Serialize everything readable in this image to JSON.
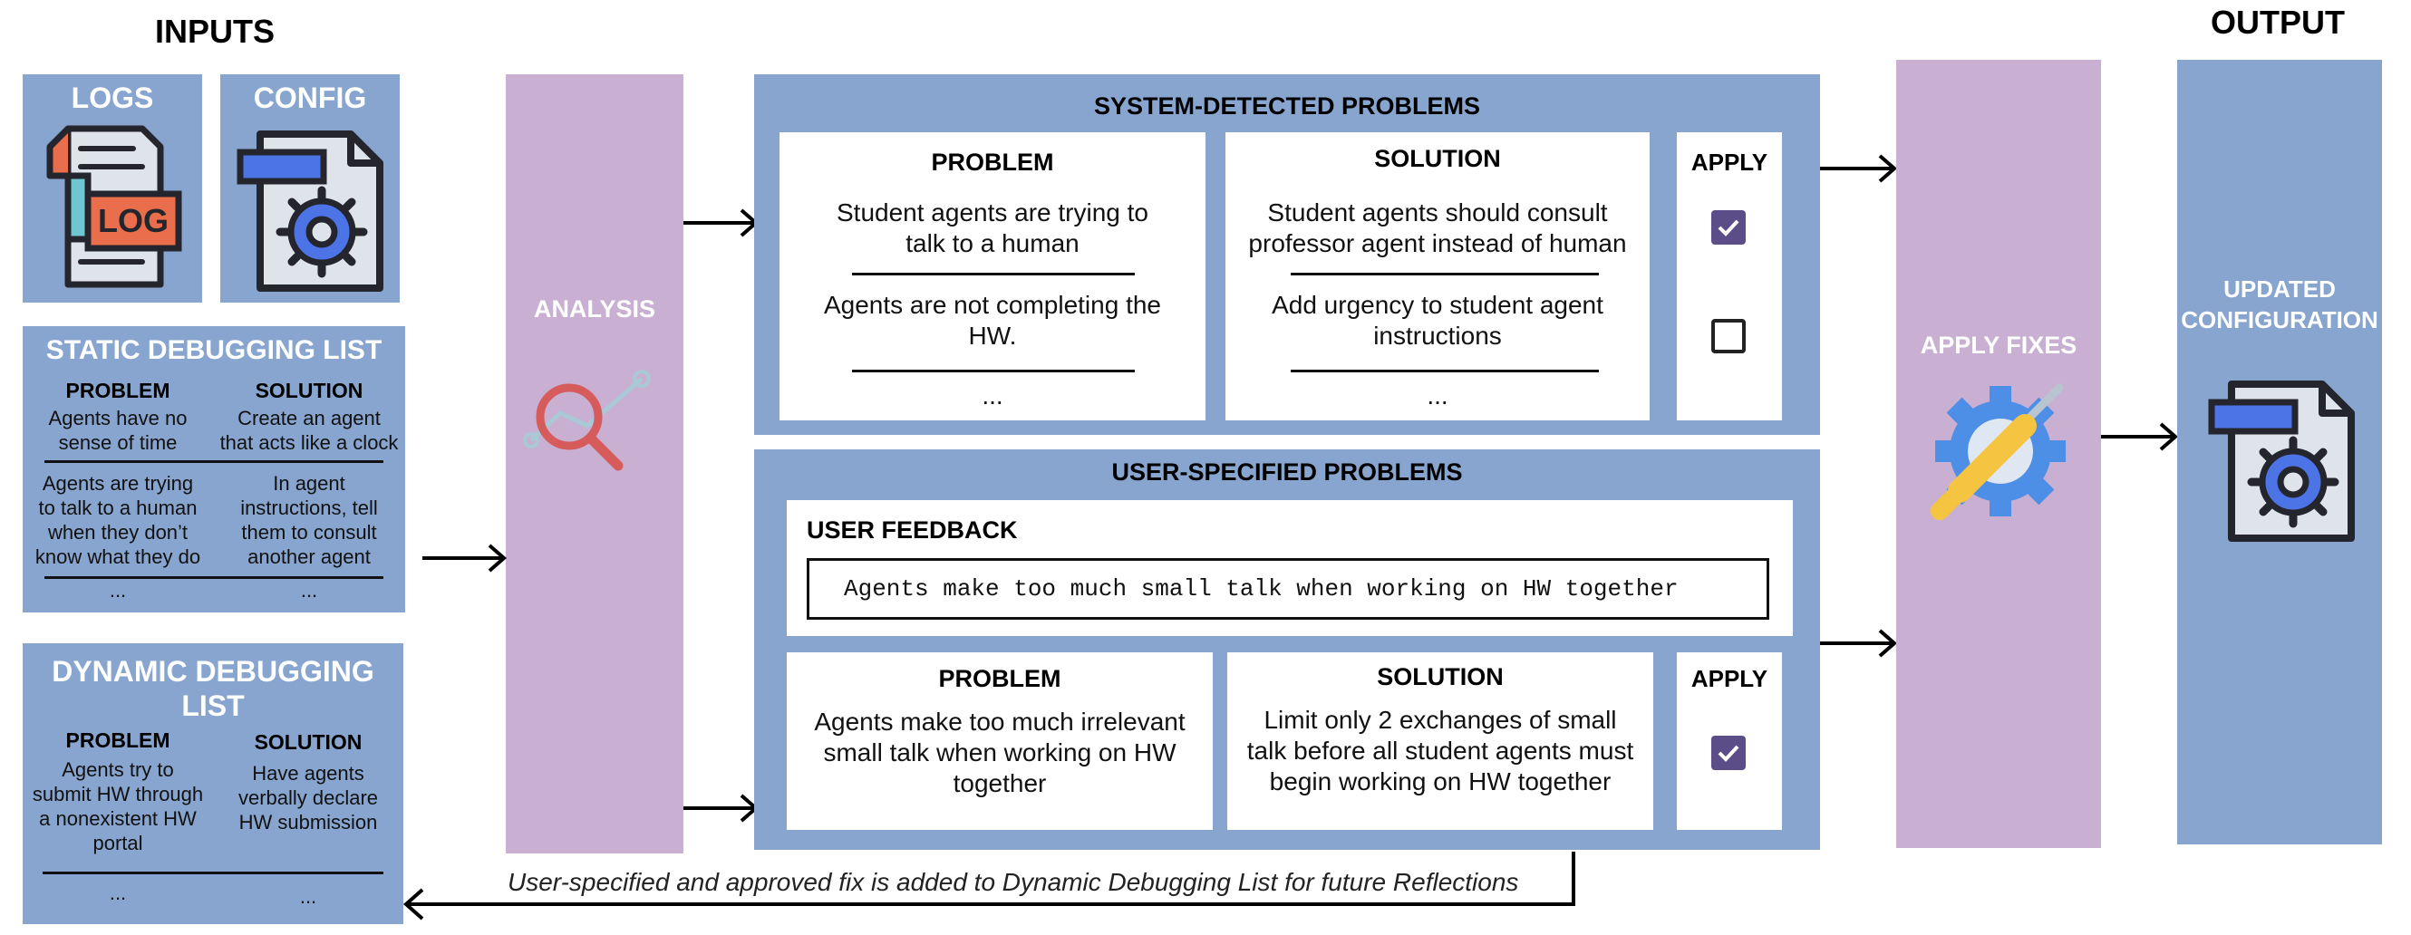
{
  "inputs": {
    "header": "INPUTS",
    "logs": {
      "title": "LOGS",
      "icon_text": "LOG"
    },
    "config": {
      "title": "CONFIG"
    },
    "static_list": {
      "title": "STATIC DEBUGGING LIST",
      "col_problem": "PROBLEM",
      "col_solution": "SOLUTION",
      "rows": [
        {
          "problem": [
            "Agents have no",
            "sense of time"
          ],
          "solution": [
            "Create an agent",
            "that acts like a clock"
          ]
        },
        {
          "problem": [
            "Agents are trying",
            "to talk to a human",
            "when they don’t",
            "know what they do"
          ],
          "solution": [
            "In agent",
            "instructions, tell",
            "them to consult",
            "another agent"
          ]
        }
      ],
      "ellipsis_problem": "...",
      "ellipsis_solution": "..."
    },
    "dynamic_list": {
      "title_line1": "DYNAMIC DEBUGGING",
      "title_line2": "LIST",
      "col_problem": "PROBLEM",
      "col_solution": "SOLUTION",
      "row": {
        "problem": [
          "Agents try to",
          "submit HW through",
          "a nonexistent HW",
          "portal"
        ],
        "solution": [
          "Have agents",
          "verbally declare",
          "HW submission"
        ]
      },
      "ellipsis_problem": "...",
      "ellipsis_solution": "..."
    }
  },
  "analysis": {
    "label": "ANALYSIS"
  },
  "system_detected": {
    "title": "SYSTEM-DETECTED PROBLEMS",
    "problem_header": "PROBLEM",
    "solution_header": "SOLUTION",
    "apply_header": "APPLY",
    "rows": [
      {
        "problem": [
          "Student agents are trying to",
          "talk to a human"
        ],
        "solution": [
          "Student agents should consult",
          "professor agent instead of human"
        ],
        "applied": true
      },
      {
        "problem": [
          "Agents are not completing the",
          "HW."
        ],
        "solution": [
          "Add urgency to student agent",
          "instructions"
        ],
        "applied": false
      }
    ],
    "ellipsis_problem": "...",
    "ellipsis_solution": "..."
  },
  "user_specified": {
    "title": "USER-SPECIFIED PROBLEMS",
    "feedback_label": "USER FEEDBACK",
    "feedback_value": "Agents make too much small talk when working on HW together",
    "problem_header": "PROBLEM",
    "solution_header": "SOLUTION",
    "apply_header": "APPLY",
    "problem": [
      "Agents make too much irrelevant",
      "small talk when working on HW",
      "together"
    ],
    "solution": [
      "Limit only 2 exchanges of small",
      "talk before all student agents must",
      "begin working on HW together"
    ],
    "applied": true
  },
  "apply_fixes": {
    "label": "APPLY FIXES"
  },
  "output": {
    "header": "OUTPUT",
    "updated_line1": "UPDATED",
    "updated_line2": "CONFIGURATION"
  },
  "feedback_note": "User-specified and approved fix is added to Dynamic Debugging List for future Reflections",
  "colors": {
    "panel_blue": "#87a5cf",
    "panel_purple": "#c9b0d2",
    "checkbox_purple": "#5b4d87",
    "icon_dark": "#24252d",
    "icon_accent_blue": "#4d74e6",
    "log_orange": "#ea6e4c",
    "log_teal": "#6ec6d0",
    "magnifier_red": "#d65b5b"
  }
}
